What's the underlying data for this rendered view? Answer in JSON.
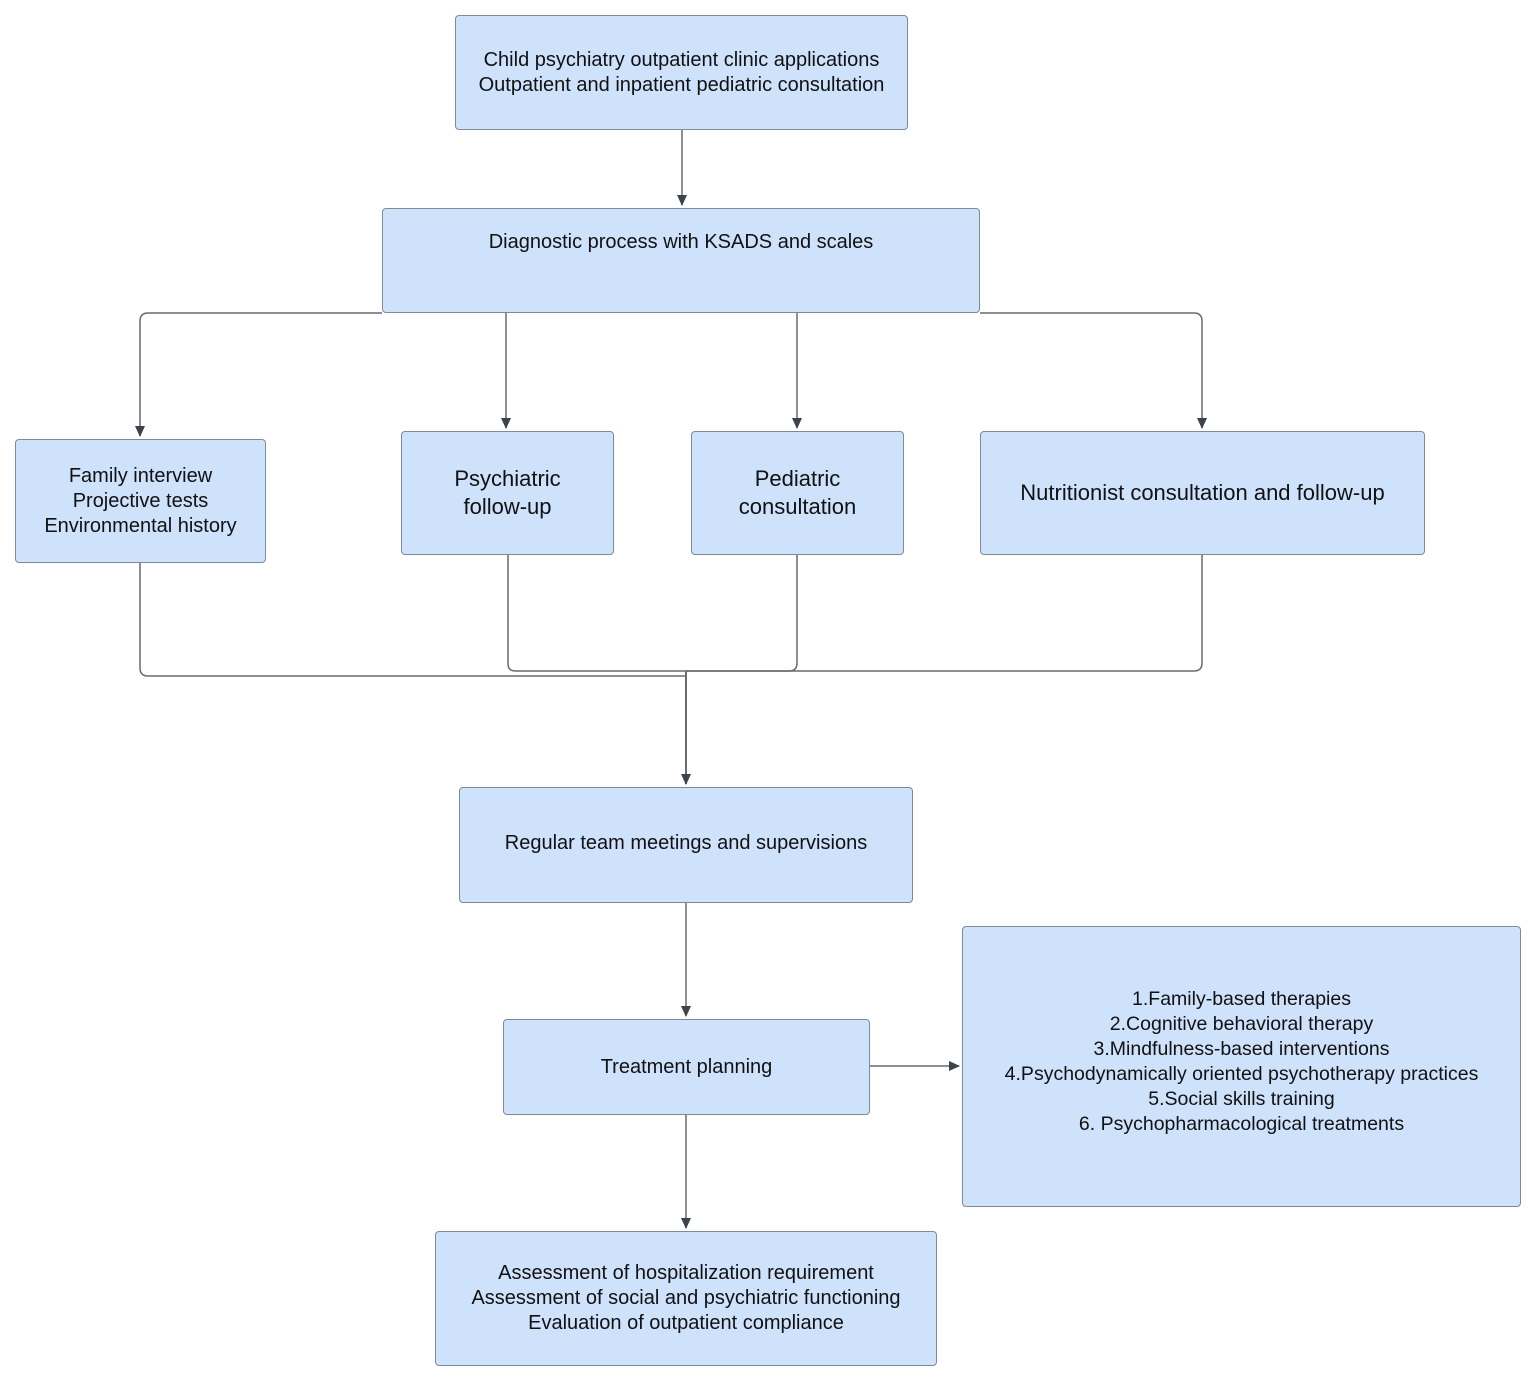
{
  "nodes": {
    "applications": [
      "Child psychiatry outpatient clinic applications",
      "Outpatient and inpatient pediatric consultation"
    ],
    "diagnostic": [
      "Diagnostic process with KSADS and scales"
    ],
    "family": [
      "Family interview",
      "Projective tests",
      "Environmental history"
    ],
    "psychiatric": [
      "Psychiatric",
      "follow-up"
    ],
    "pediatric": [
      "Pediatric",
      "consultation"
    ],
    "nutritionist": [
      "Nutritionist consultation and follow-up"
    ],
    "meetings": [
      "Regular team meetings and supervisions"
    ],
    "treatment": [
      "Treatment planning"
    ],
    "therapies": [
      "1.Family-based therapies",
      "2.Cognitive behavioral therapy",
      "3.Mindfulness-based interventions",
      "4.Psychodynamically oriented psychotherapy practices",
      "5.Social skills training",
      "6. Psychopharmacological treatments"
    ],
    "assessment": [
      "Assessment of hospitalization requirement",
      "Assessment of social and psychiatric functioning",
      "Evaluation of outpatient compliance"
    ]
  },
  "colors": {
    "box_fill": "#cfe2fb",
    "box_border": "#7f8a98",
    "connector": "#555b63"
  }
}
